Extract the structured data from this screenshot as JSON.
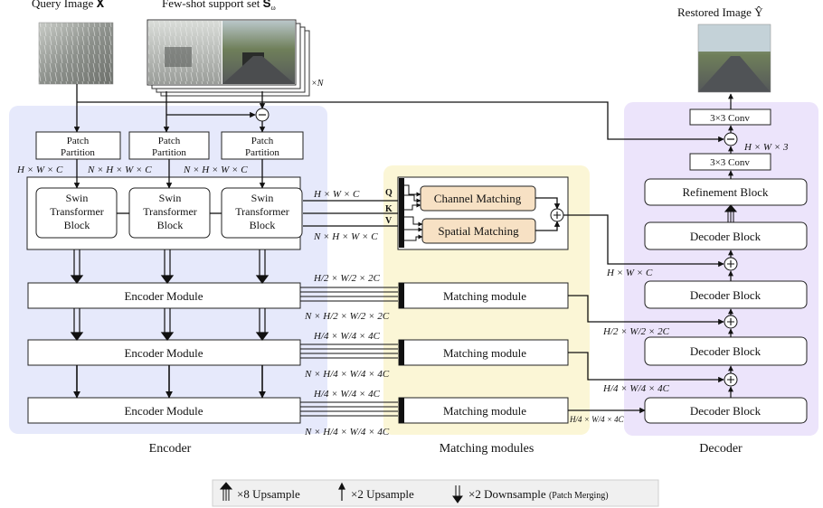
{
  "inputs": {
    "query_title": "Query Image 𝐗",
    "support_title": "Few-shot support set 𝐒",
    "support_subscript": "ω",
    "times_n": "×N",
    "restored_title": "Restored Image Ŷ"
  },
  "encoder": {
    "label": "Encoder",
    "patch_partition": "Patch",
    "patch_partition_2": "Partition",
    "swin_1": "Swin",
    "swin_2": "Transformer",
    "swin_3": "Block",
    "module": "Encoder Module",
    "dim_q": "H × W × C",
    "dim_s1": "N × H × W × C",
    "dim_s2": "N × H × W × C"
  },
  "matching": {
    "label": "Matching modules",
    "channel": "Channel Matching",
    "spatial": "Spatial Matching",
    "module": "Matching module",
    "q": "Q",
    "k": "K",
    "v": "V",
    "dims": [
      "H × W × C",
      "N × H × W × C",
      "H/2 × W/2 × 2C",
      "N × H/2 × W/2 × 2C",
      "H/4 × W/4 × 4C",
      "N × H/4 × W/4 × 4C",
      "H/4 × W/4 × 4C",
      "N × H/4 × W/4 × 4C"
    ]
  },
  "decoder": {
    "label": "Decoder",
    "conv": "3×3 Conv",
    "refine": "Refinement Block",
    "block": "Decoder Block",
    "dims": [
      "H × W × 3",
      "H × W × C",
      "H/2 × W/2 × 2C",
      "H/4 × W/4 × 4C",
      "H/4 × W/4 × 4C"
    ]
  },
  "legend": {
    "up8": "×8 Upsample",
    "up2": "×2 Upsample",
    "down2": "×2 Downsample",
    "down2_note": "(Patch Merging)"
  },
  "colors": {
    "encoder_bg": "#e6e9fb",
    "matching_bg": "#fbf6d6",
    "decoder_bg": "#ece4fb",
    "matching_block": "#f7e1c4"
  }
}
